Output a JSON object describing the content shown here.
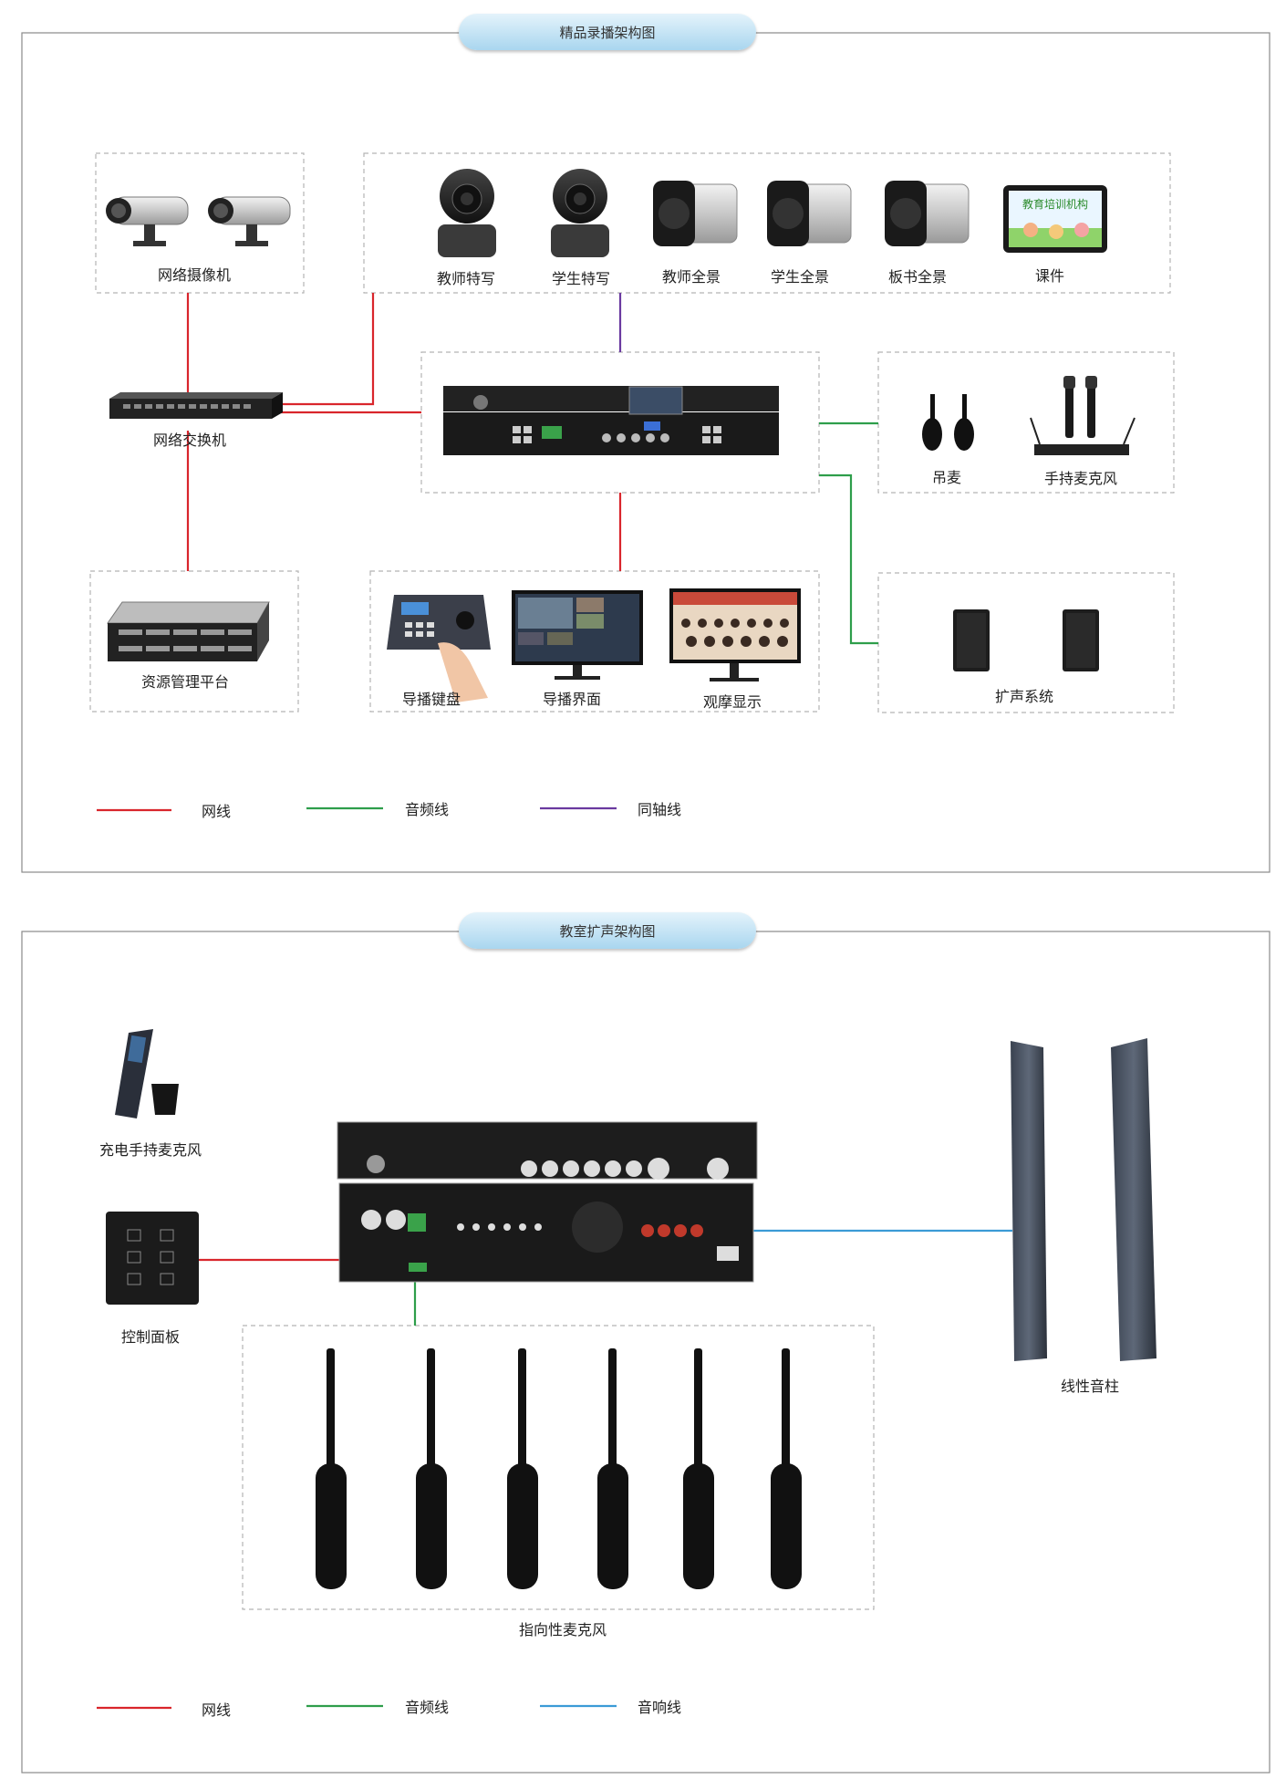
{
  "architecture1": {
    "title": "精品录播架构图",
    "devices": {
      "network_camera": "网络摄像机",
      "teacher_closeup": "教师特写",
      "student_closeup": "学生特写",
      "teacher_panorama": "教师全景",
      "student_panorama": "学生全景",
      "board_panorama": "板书全景",
      "courseware": "课件",
      "courseware_screen_text": "教育培训机构",
      "network_switch": "网络交换机",
      "hanging_mic": "吊麦",
      "handheld_mic": "手持麦克风",
      "resource_platform": "资源管理平台",
      "director_keyboard": "导播键盘",
      "director_ui": "导播界面",
      "observation_display": "观摩显示",
      "pa_system": "扩声系统"
    },
    "legend": {
      "network": "网线",
      "audio": "音频线",
      "coaxial": "同轴线"
    }
  },
  "architecture2": {
    "title": "教室扩声架构图",
    "devices": {
      "rechargeable_mic": "充电手持麦克风",
      "control_panel": "控制面板",
      "line_array": "线性音柱",
      "directional_mic": "指向性麦克风"
    },
    "legend": {
      "network": "网线",
      "audio": "音频线",
      "speaker": "音响线"
    }
  },
  "colors": {
    "network": "#d9262c",
    "audio": "#2e9e4b",
    "coaxial": "#6a3aa0",
    "speaker": "#3b9bd6",
    "dashed_border": "#b4b4b4",
    "frame_border": "#8a8a8a"
  }
}
